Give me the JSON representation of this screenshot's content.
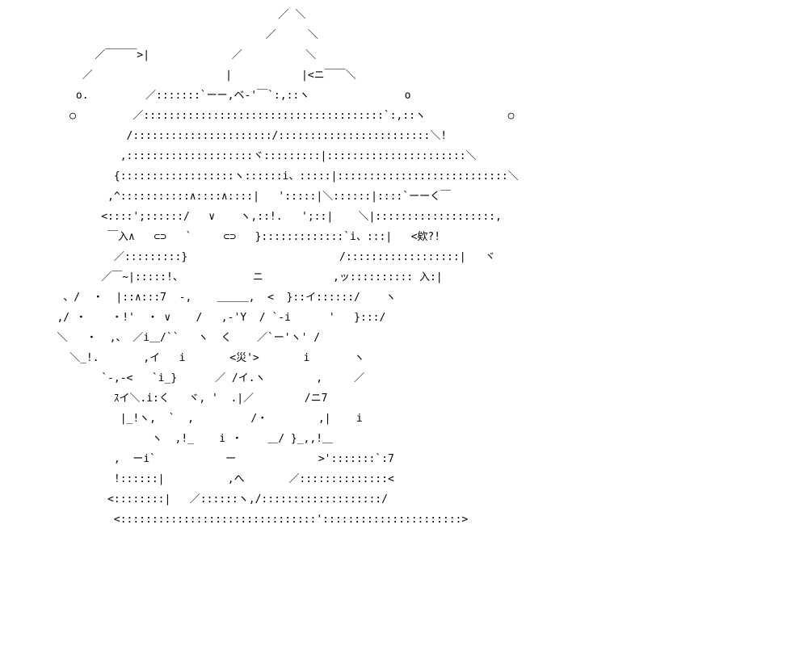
{
  "ascii_art": {
    "lines": [
      "                                            ／ ＼",
      "                                          ／     ＼",
      "               ／￣￣￣>|             ／          ＼",
      "             ／                     |           |<ニ￣￣＼",
      "            o.         ／:::::::`ーー,ベ-'￣`:,::ヽ               o",
      "           ○         ／::::::::::::::::::::::::::::::::::::::`:,::ヽ             ○",
      "                    /::::::::::::::::::::::/::::::::::::::::::::::::＼!",
      "                   ,::::::::::::::::::::ヾ:::::::::|::::::::::::::::::::::＼",
      "                  {::::::::::::::::::ヽ::::::i、:::::|:::::::::::::::::::::::::::＼",
      "                 ,^:::::::::::∧::::∧::::|   ':::::|＼::::::|::::`ーーく￣",
      "                <::::';::::::/   ∨    ヽ,::!.   ';::|    ＼|:::::::::::::::::::,",
      "                 ￣入∧   ⊂⊃   `     ⊂⊃   }:::::::::::::`i、:::|   <欸?!",
      "                  ／:::::::::}                        /::::::::::::::::::|   ヾ",
      "                ／￣~|:::::!、           ニ           ,ッ:::::::::: 入:|",
      "          、/  ・  |::∧:::7  -,    ＿＿＿,  <  }::イ::::::/    ヽ",
      "         ,/ ・    ・!'  ・ ∨    /   ,-'Y  / `-i      '   }:::/",
      "         ＼   ・  ,、 ／i＿/``   ヽ  く    ／`ー'ヽ' /",
      "           ＼_!.       ,イ   i       <災'>       i       ヽ",
      "                `-,-<   `i_}      ／ /イ.ヽ        ,     ／",
      "                  ｽイ＼.i:く   ヾ, '  .|／        /ニ7",
      "                   |_!ヽ,  `  ,         /・        ,|    i",
      "                        ヽ  ,!_    i ・    ＿/ }_,,!＿",
      "                  ,  ーi`           ー             >':::::::`:7",
      "                  !::::::|          ,へ       ／::::::::::::::<",
      "                 <::::::::|   ／::::::ヽ,/:::::::::::::::::::/",
      "                  <:::::::::::::::::::::::::::::::'::::::::::::::::::::::>"
    ]
  }
}
